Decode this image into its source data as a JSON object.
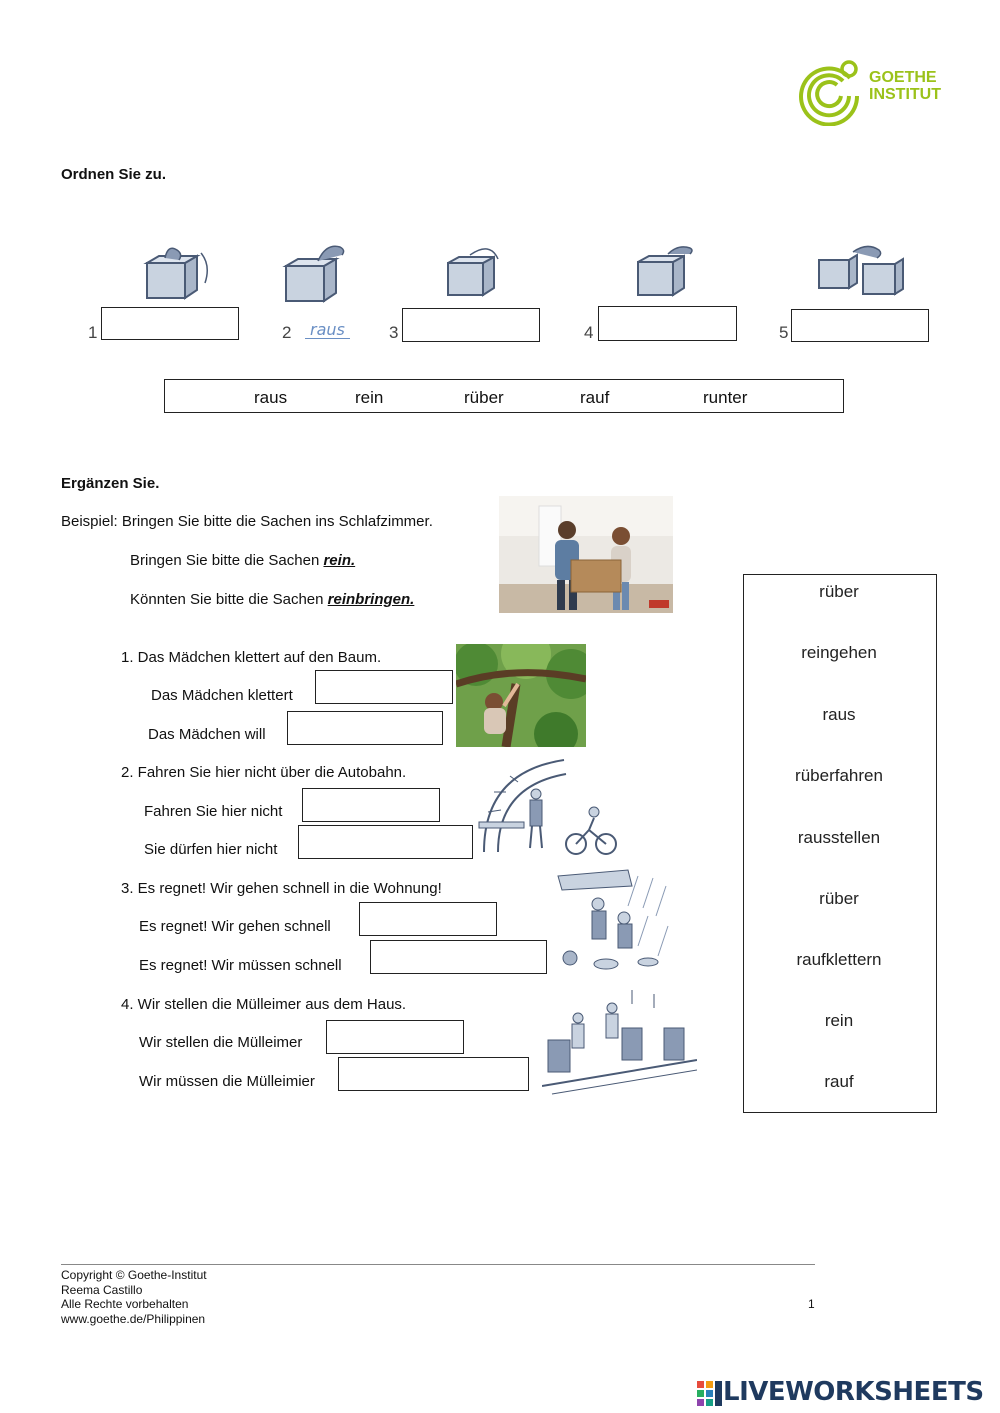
{
  "logo": {
    "line1": "GOETHE",
    "line2": "INSTITUT",
    "color": "#9bc21a"
  },
  "section1": {
    "heading": "Ordnen Sie zu.",
    "numbers": [
      "1",
      "2",
      "3",
      "4",
      "5"
    ],
    "example_answer": "raus",
    "word_bank": [
      "raus",
      "rein",
      "rüber",
      "rauf",
      "runter"
    ]
  },
  "section2": {
    "heading": "Ergänzen Sie.",
    "example_label": "Beispiel: Bringen Sie bitte die Sachen ins Schlafzimmer.",
    "example_line1_prefix": "Bringen Sie bitte die Sachen",
    "example_line1_answer": "rein.",
    "example_line2_prefix": "Könnten Sie bitte die Sachen",
    "example_line2_answer": "reinbringen.",
    "exercises": [
      {
        "sentence": "1.    Das Mädchen klettert auf den Baum.",
        "line1": "Das Mädchen klettert",
        "line2": "Das Mädchen will"
      },
      {
        "sentence": "2.  Fahren Sie hier nicht über die Autobahn.",
        "line1": "Fahren Sie hier nicht",
        "line2": "Sie dürfen hier nicht"
      },
      {
        "sentence": "3. Es regnet! Wir gehen schnell in die Wohnung!",
        "line1": "Es regnet! Wir gehen schnell",
        "line2": "Es regnet! Wir müssen schnell"
      },
      {
        "sentence": "4. Wir stellen die Mülleimer aus dem Haus.",
        "line1": "Wir stellen die Mülleimer",
        "line2": "Wir müssen die Mülleimier"
      }
    ],
    "side_bank": [
      "rüber",
      "reingehen",
      "raus",
      "rüberfahren",
      "rausstellen",
      "rüber",
      "raufklettern",
      "rein",
      "rauf"
    ]
  },
  "footer": {
    "copyright": "Copyright © Goethe-Institut",
    "author": "Reema Castillo",
    "rights": "Alle Rechte vorbehalten",
    "website": "www.goethe.de/Philippinen",
    "page": "1"
  },
  "brand": {
    "name": "LIVEWORKSHEETS"
  }
}
